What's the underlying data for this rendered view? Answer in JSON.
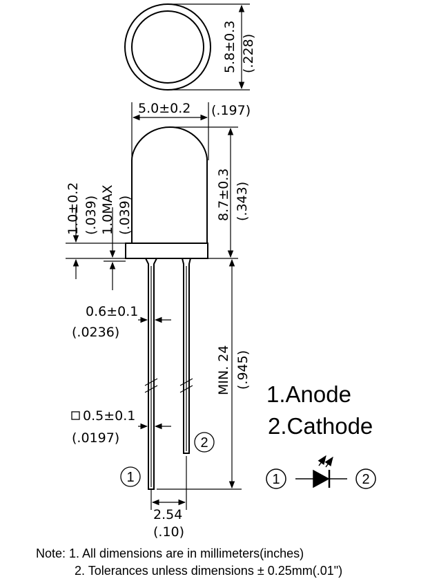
{
  "dimensions": {
    "lens_diameter_mm": "5.8±0.3",
    "lens_diameter_in": "(.228)",
    "body_width_mm": "5.0±0.2",
    "body_width_in": "(.197)",
    "body_height_mm": "8.7±0.3",
    "body_height_in": "(.343)",
    "flange_mm": "1.0±0.2",
    "flange_in": "(.039)",
    "lead_offset_mm": "1.0MAX",
    "lead_offset_in": "(.039)",
    "lead_dia_mm": "0.6±0.1",
    "lead_dia_in": "(.0236)",
    "lead_square_mm": "0.5±0.1",
    "lead_square_in": "(.0197)",
    "lead_length_mm": "MIN. 24",
    "lead_length_in": "(.945)",
    "pitch_mm": "2.54",
    "pitch_in": "(.10)"
  },
  "pins": {
    "label_1": "1",
    "label_2": "2",
    "anode": "1.Anode",
    "cathode": "2.Cathode"
  },
  "notes": {
    "line1": "Note: 1. All dimensions are in millimeters(inches)",
    "line2": "2. Tolerances unless dimensions ± 0.25mm(.01\")"
  }
}
